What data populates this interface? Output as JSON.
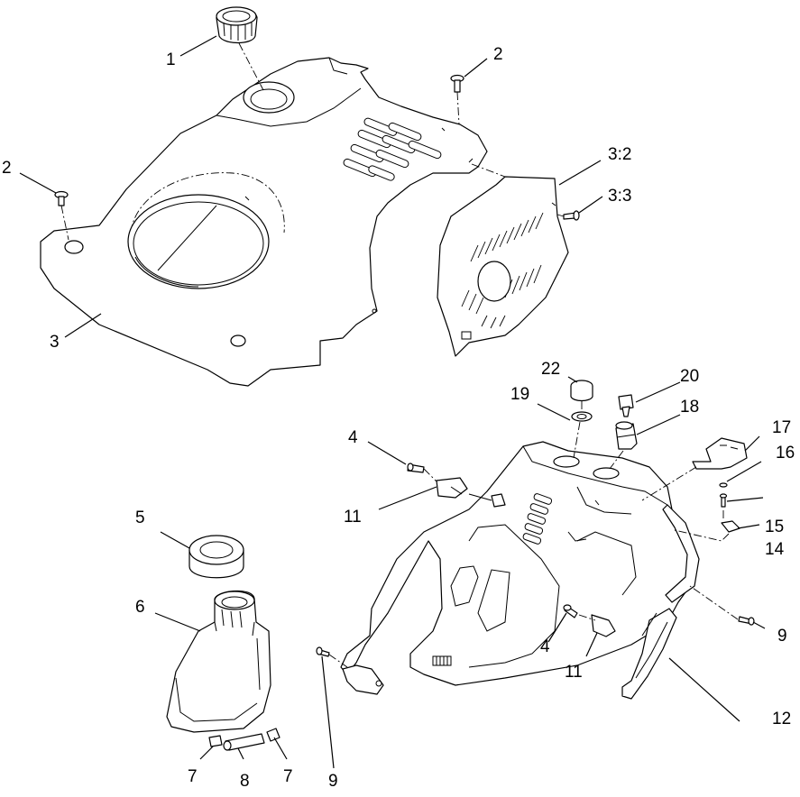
{
  "diagram": {
    "callouts": [
      {
        "id": "c-1a",
        "label": "1"
      },
      {
        "id": "c-2a",
        "label": "2"
      },
      {
        "id": "c-2b",
        "label": "2"
      },
      {
        "id": "c-3a",
        "label": "3"
      },
      {
        "id": "c-32",
        "label": "3:2"
      },
      {
        "id": "c-33",
        "label": "3:3"
      },
      {
        "id": "c-4a",
        "label": "4"
      },
      {
        "id": "c-4b",
        "label": "4"
      },
      {
        "id": "c-5",
        "label": "5"
      },
      {
        "id": "c-6",
        "label": "6"
      },
      {
        "id": "c-7a",
        "label": "7"
      },
      {
        "id": "c-7b",
        "label": "7"
      },
      {
        "id": "c-8",
        "label": "8"
      },
      {
        "id": "c-9a",
        "label": "9"
      },
      {
        "id": "c-9b",
        "label": "9"
      },
      {
        "id": "c-11a",
        "label": "11"
      },
      {
        "id": "c-11b",
        "label": "11"
      },
      {
        "id": "c-12",
        "label": "12"
      },
      {
        "id": "c-14",
        "label": "14"
      },
      {
        "id": "c-15",
        "label": "15"
      },
      {
        "id": "c-16",
        "label": "16"
      },
      {
        "id": "c-17",
        "label": "17"
      },
      {
        "id": "c-18",
        "label": "18"
      },
      {
        "id": "c-19",
        "label": "19"
      },
      {
        "id": "c-20",
        "label": "20"
      },
      {
        "id": "c-22",
        "label": "22"
      }
    ]
  }
}
